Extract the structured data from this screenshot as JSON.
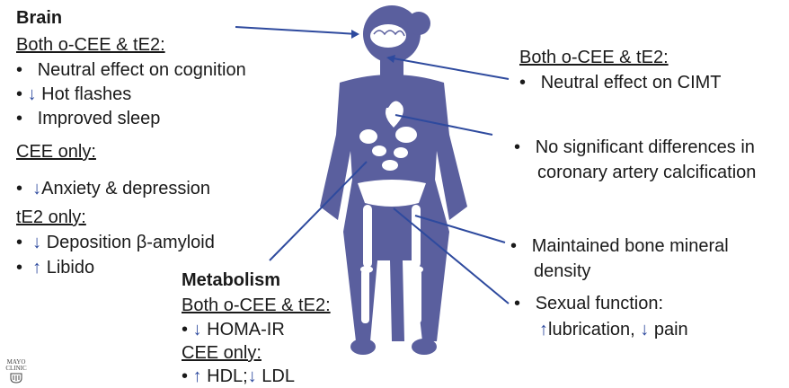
{
  "brain": {
    "heading": "Brain",
    "both": "Both o-CEE & tE2:",
    "items": [
      "Neutral effect on cognition",
      "Hot flashes",
      "Improved sleep"
    ],
    "cee_only": "CEE only:",
    "cee_item": "Anxiety & depression",
    "te2_only": "tE2 only:",
    "te2_items": [
      "Deposition β-amyloid",
      "Libido"
    ]
  },
  "metabolism": {
    "heading": "Metabolism",
    "both": "Both o-CEE & tE2:",
    "item": "HOMA-IR",
    "cee_only": "CEE only:",
    "cee_hdl": "HDL;",
    "cee_ldl": "LDL"
  },
  "right": {
    "both": "Both o-CEE & tE2:",
    "cimt": "Neutral effect on CIMT",
    "cac_1": "No significant differences in",
    "cac_2": "coronary artery calcification",
    "bone_1": "Maintained bone mineral",
    "bone_2": "density",
    "sexual": "Sexual function:",
    "lubrication": "lubrication,",
    "pain": "pain"
  },
  "glyphs": {
    "bullet": "•",
    "down": "↓",
    "up": "↑"
  },
  "logo": {
    "line1": "MAYO",
    "line2": "CLINIC"
  },
  "colors": {
    "figure": "#5a5f9e",
    "organ": "#ffffff",
    "arrow": "#2e4a9e",
    "text": "#1a1a1a"
  }
}
